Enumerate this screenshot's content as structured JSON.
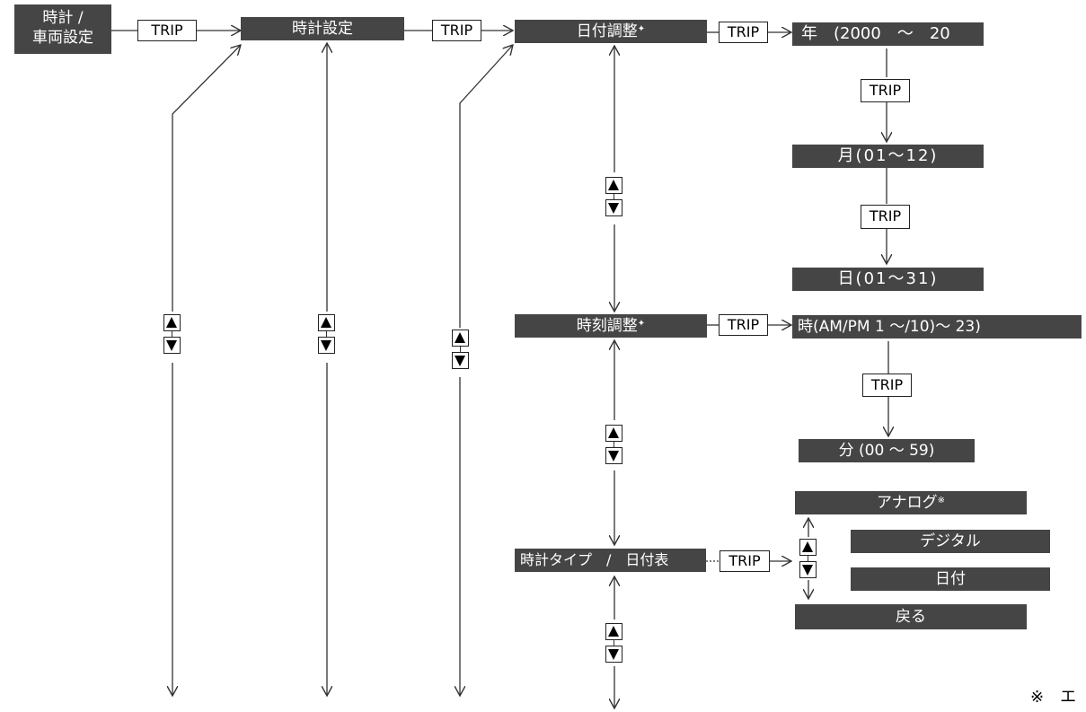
{
  "blocks": {
    "clock_vehicle_line1": "時計 /",
    "clock_vehicle_line2": "車両設定",
    "clock_setting": "時計設定",
    "date_adjust": "日付調整",
    "time_adjust": "時刻調整",
    "clock_type": "時計タイプ　/　日付表",
    "year": "年　(2000　～　20",
    "month": "月(01～12)",
    "day": "日(01～31)",
    "hour": "時(AM/PM 1 ～/10)～ 23)",
    "minute": "分 (00 ～ 59)",
    "analog": "アナログ",
    "digital": "デジタル",
    "date": "日付",
    "back": "戻る"
  },
  "marks": {
    "adjust_mark": "✦",
    "note_mark": "※"
  },
  "trip_label": "TRIP",
  "footnote": "※　エ"
}
